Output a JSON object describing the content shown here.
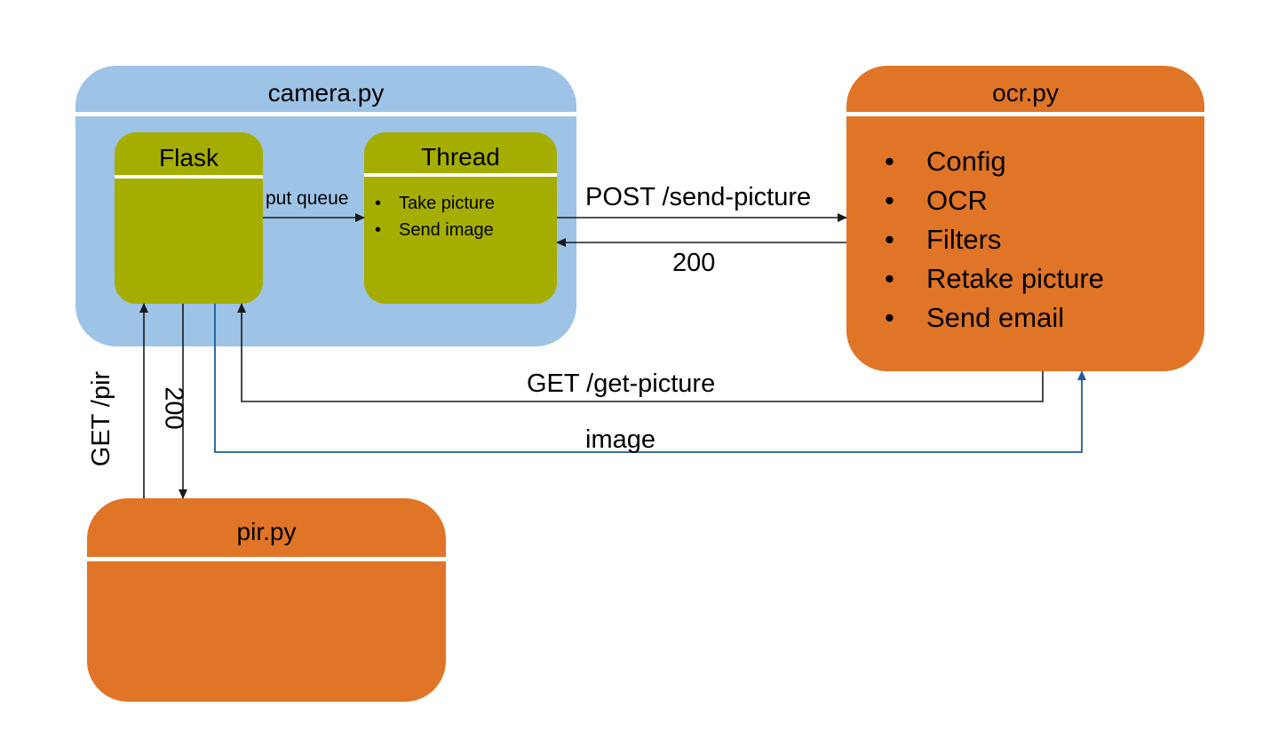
{
  "colors": {
    "camera_fill": "#9DC3E6",
    "inner_fill": "#A5AE00",
    "module_fill": "#E07427",
    "separator": "#FFFFFF",
    "arrow_black": "#1A1A1A",
    "arrow_blue": "#1F5C99"
  },
  "camera": {
    "title": "camera.py",
    "flask": {
      "title": "Flask"
    },
    "thread": {
      "title": "Thread",
      "items": [
        "Take picture",
        "Send image"
      ]
    }
  },
  "ocr": {
    "title": "ocr.py",
    "items": [
      "Config",
      "OCR",
      "Filters",
      "Retake picture",
      "Send email"
    ]
  },
  "pir": {
    "title": "pir.py"
  },
  "bullet": "•",
  "edges": {
    "put_queue": "put queue",
    "post_send_picture": "POST /send-picture",
    "post_response": "200",
    "get_picture": "GET /get-picture",
    "image": "image",
    "get_pir": "GET /pir",
    "pir_response": "200"
  }
}
